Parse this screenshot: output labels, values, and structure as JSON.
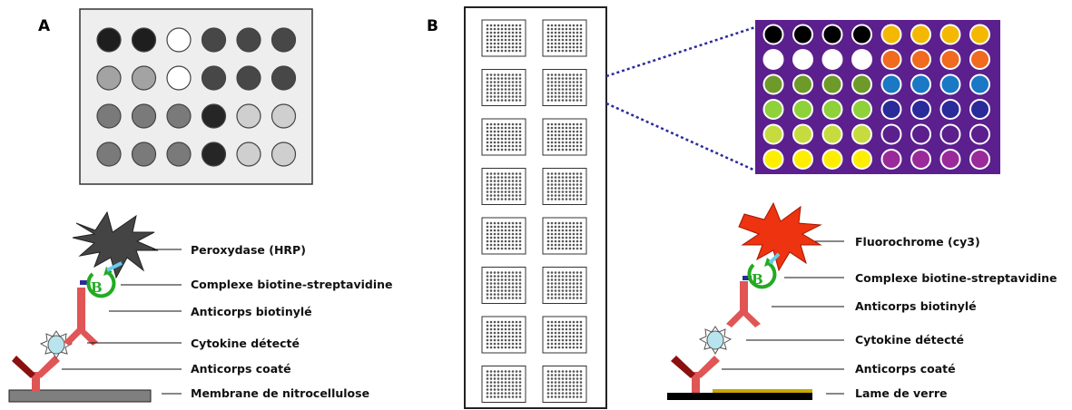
{
  "panel_a": {
    "letter": "A",
    "membrane_grid": {
      "rows": 4,
      "cols": 6,
      "spots": [
        [
          "#1e1e1e",
          "#1e1e1e",
          "#ffffff",
          "#474747",
          "#474747",
          "#474747"
        ],
        [
          "#a3a3a3",
          "#a3a3a3",
          "#ffffff",
          "#474747",
          "#474747",
          "#474747"
        ],
        [
          "#7a7a7a",
          "#7a7a7a",
          "#7a7a7a",
          "#262626",
          "#cfcfcf",
          "#cfcfcf"
        ],
        [
          "#7a7a7a",
          "#7a7a7a",
          "#7a7a7a",
          "#262626",
          "#cfcfcf",
          "#cfcfcf"
        ]
      ]
    },
    "labels": {
      "enzyme": "Peroxydase (HRP)",
      "complex": "Complexe biotine-streptavidine",
      "biotin_antibody": "Anticorps biotinylé",
      "cytokine": "Cytokine détecté",
      "coated_antibody": "Anticorps coaté",
      "support": "Membrane de nitrocellulose"
    },
    "biotin_letter": "B"
  },
  "panel_b": {
    "letter": "B",
    "slide": {
      "rows": 8,
      "cols": 2
    },
    "zoom_grid": {
      "background": "#5b1f8e",
      "rows": 6,
      "cols": 8,
      "spots": [
        [
          "#000000",
          "#000000",
          "#000000",
          "#000000",
          "#f5b800",
          "#f5b800",
          "#f5b800",
          "#f5b800"
        ],
        [
          "#ffffff",
          "#ffffff",
          "#ffffff",
          "#ffffff",
          "#f06a20",
          "#f06a20",
          "#f06a20",
          "#f06a20"
        ],
        [
          "#6e9a2a",
          "#6e9a2a",
          "#6e9a2a",
          "#6e9a2a",
          "#1a78c4",
          "#1a78c4",
          "#1a78c4",
          "#1a78c4"
        ],
        [
          "#8ed13a",
          "#8ed13a",
          "#8ed13a",
          "#8ed13a",
          "#2a2a9a",
          "#2a2a9a",
          "#2a2a9a",
          "#2a2a9a"
        ],
        [
          "#c6dc3e",
          "#c6dc3e",
          "#c6dc3e",
          "#c6dc3e",
          "#5b1f8e",
          "#5b1f8e",
          "#5b1f8e",
          "#5b1f8e"
        ],
        [
          "#ffee00",
          "#ffee00",
          "#ffee00",
          "#ffee00",
          "#9a2a9a",
          "#9a2a9a",
          "#9a2a9a",
          "#9a2a9a"
        ]
      ]
    },
    "labels": {
      "fluorochrome": "Fluorochrome (cy3)",
      "complex": "Complexe biotine-streptavidine",
      "biotin_antibody": "Anticorps biotinylé",
      "cytokine": "Cytokine détecté",
      "coated_antibody": "Anticorps coaté",
      "support": "Lame de verre"
    },
    "biotin_letter": "B"
  },
  "colors": {
    "antibody": "#e05555",
    "antibody_dark": "#8b1010",
    "cytokine": "#b8e4ee",
    "streptavidin": "#22aa22",
    "hrp": "#444444",
    "cy3": "#ee3311",
    "membrane": "#7f7f7f",
    "glass": "#000000"
  }
}
